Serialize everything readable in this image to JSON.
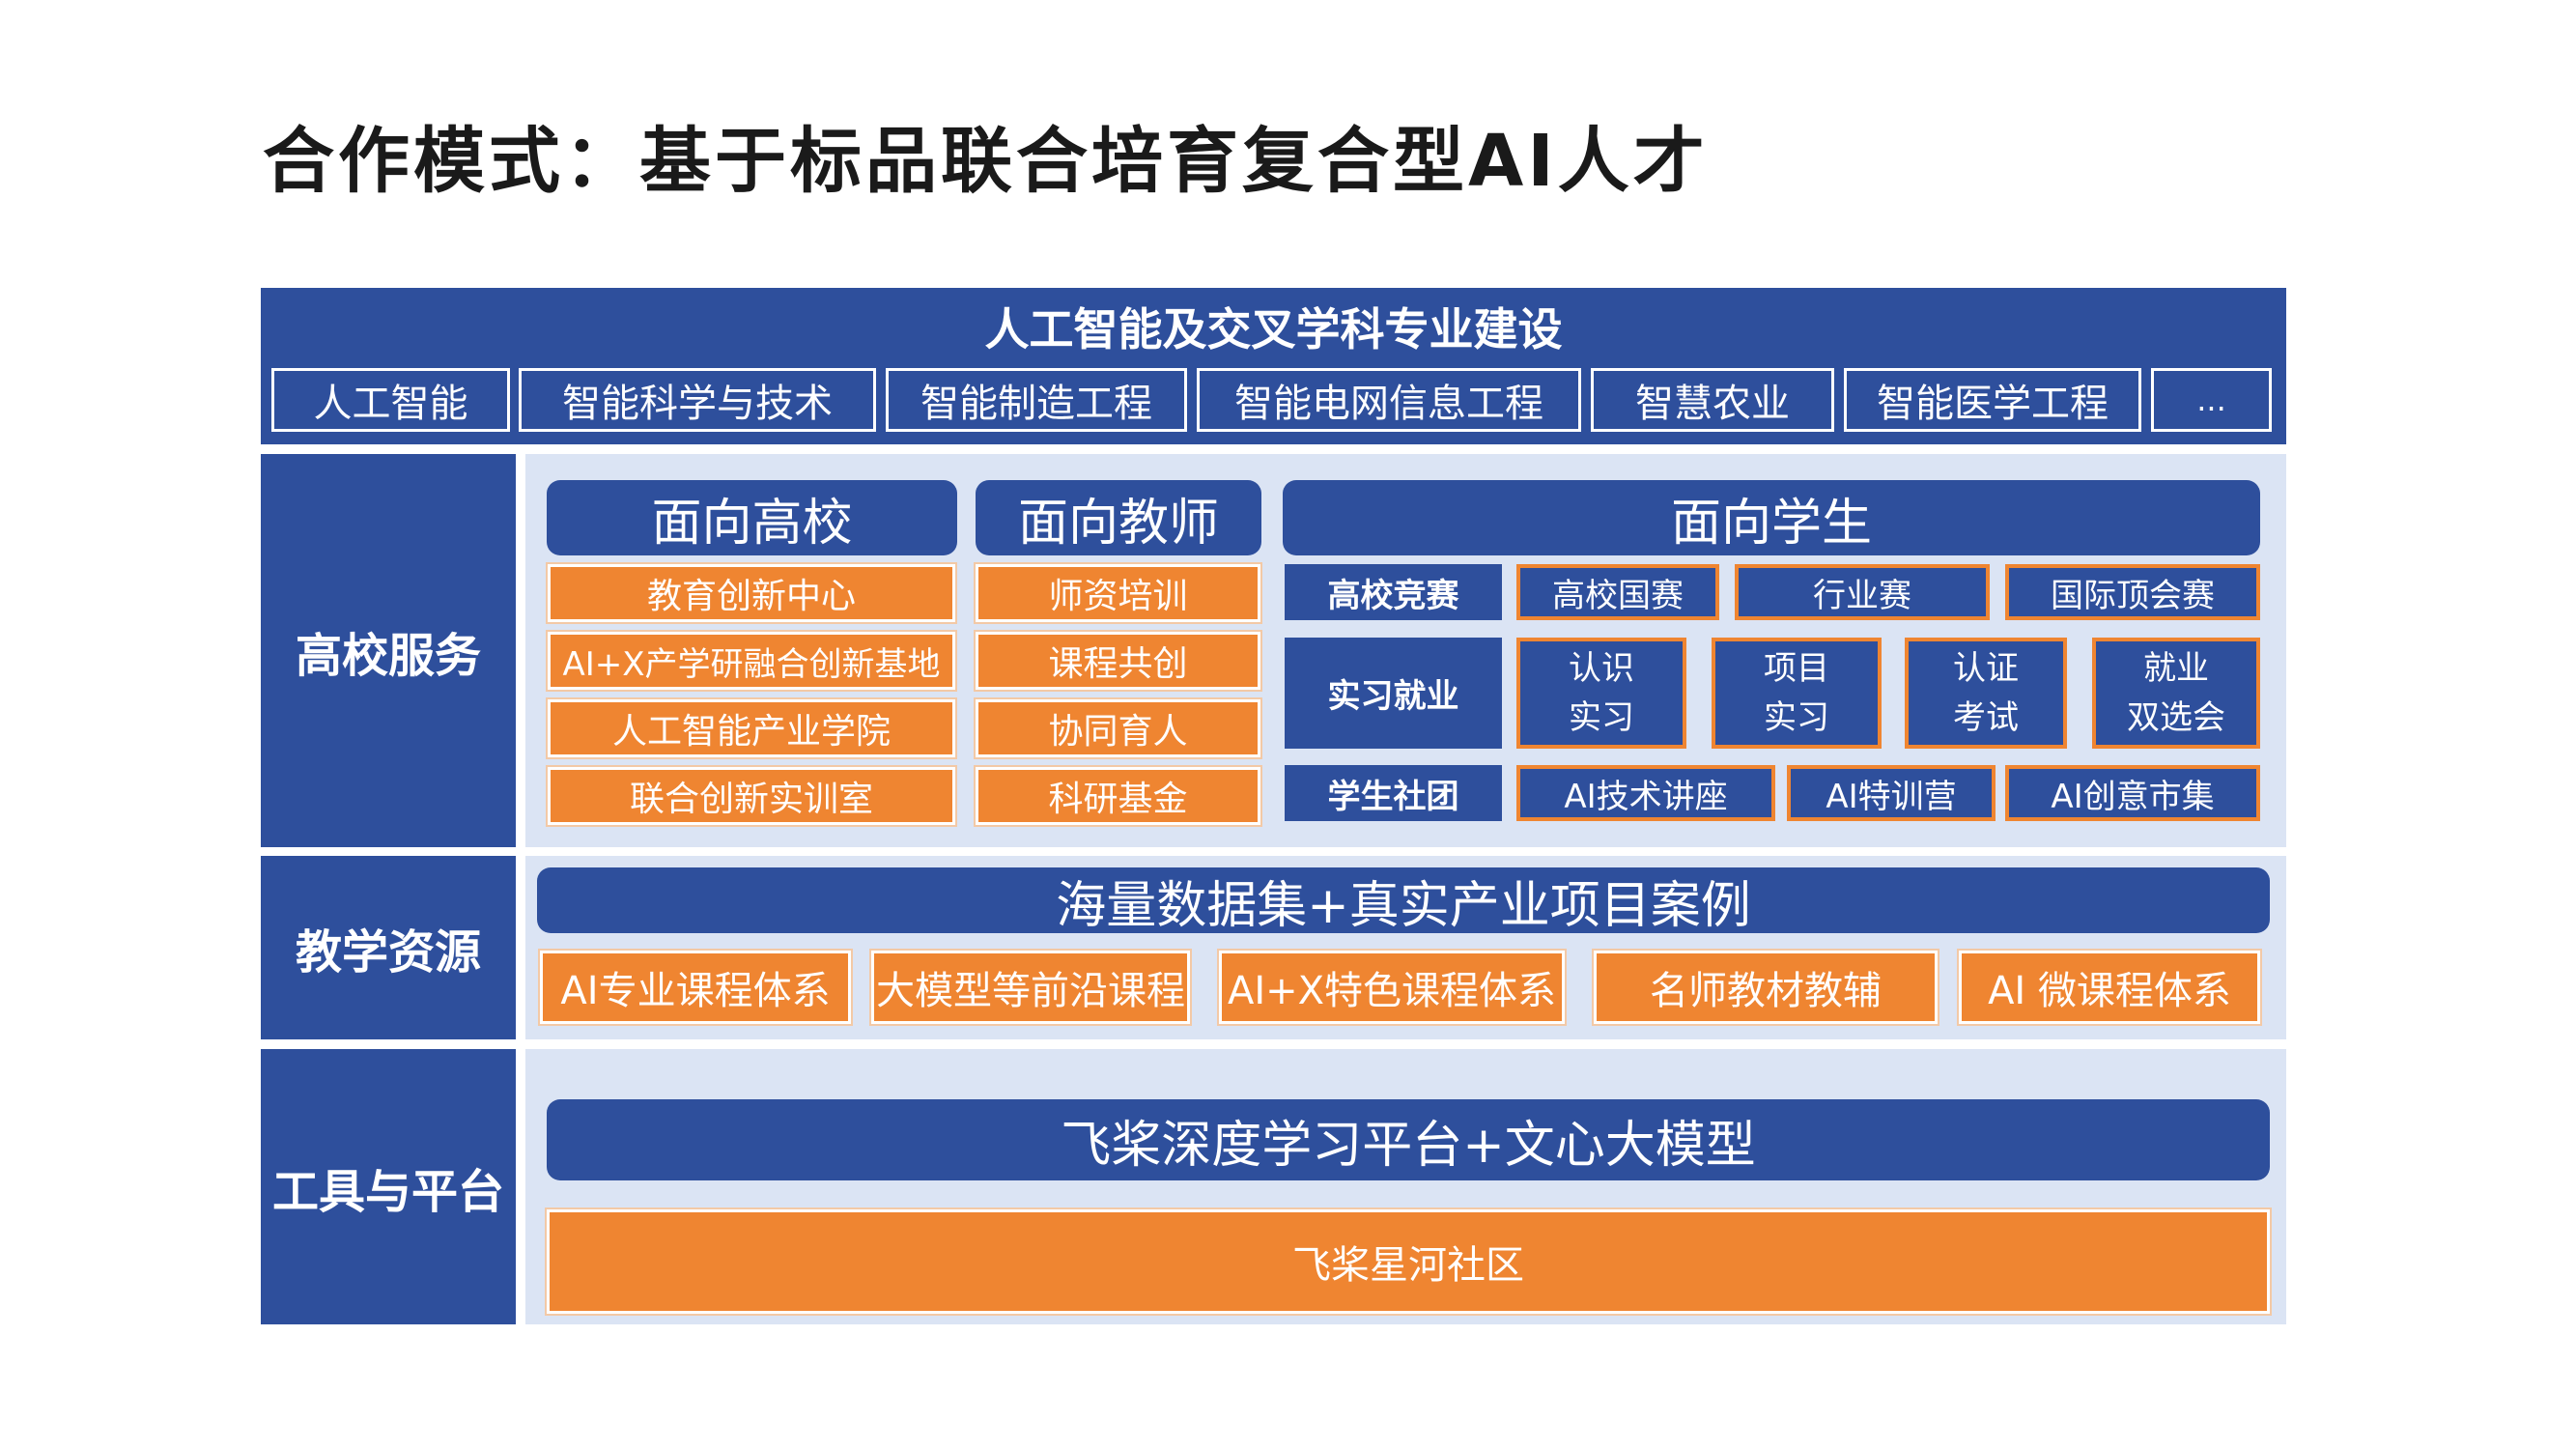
{
  "title": "合作模式：基于标品联合培育复合型AI人才",
  "majors": {
    "heading": "人工智能及交叉学科专业建设",
    "items": [
      "人工智能",
      "智能科学与技术",
      "智能制造工程",
      "智能电网信息工程",
      "智慧农业",
      "智能医学工程",
      "..."
    ]
  },
  "services": {
    "label": "高校服务",
    "universities": {
      "heading": "面向高校",
      "items": [
        "教育创新中心",
        "AI+X产学研融合创新基地",
        "人工智能产业学院",
        "联合创新实训室"
      ]
    },
    "teachers": {
      "heading": "面向教师",
      "items": [
        "师资培训",
        "课程共创",
        "协同育人",
        "科研基金"
      ]
    },
    "students": {
      "heading": "面向学生",
      "competitions": {
        "label": "高校竞赛",
        "items": [
          "高校国赛",
          "行业赛",
          "国际顶会赛"
        ]
      },
      "internship": {
        "label": "实习就业",
        "items": [
          {
            "line1": "认识",
            "line2": "实习"
          },
          {
            "line1": "项目",
            "line2": "实习"
          },
          {
            "line1": "认证",
            "line2": "考试"
          },
          {
            "line1": "就业",
            "line2": "双选会"
          }
        ]
      },
      "clubs": {
        "label": "学生社团",
        "items": [
          "AI技术讲座",
          "AI特训营",
          "AI创意市集"
        ]
      }
    }
  },
  "resources": {
    "label": "教学资源",
    "heading": "海量数据集+真实产业项目案例",
    "items": [
      "AI专业课程体系",
      "大模型等前沿课程",
      "AI+X特色课程体系",
      "名师教材教辅",
      "AI 微课程体系"
    ]
  },
  "platform": {
    "label": "工具与平台",
    "heading": "飞桨深度学习平台+文心大模型",
    "community": "飞桨星河社区"
  }
}
